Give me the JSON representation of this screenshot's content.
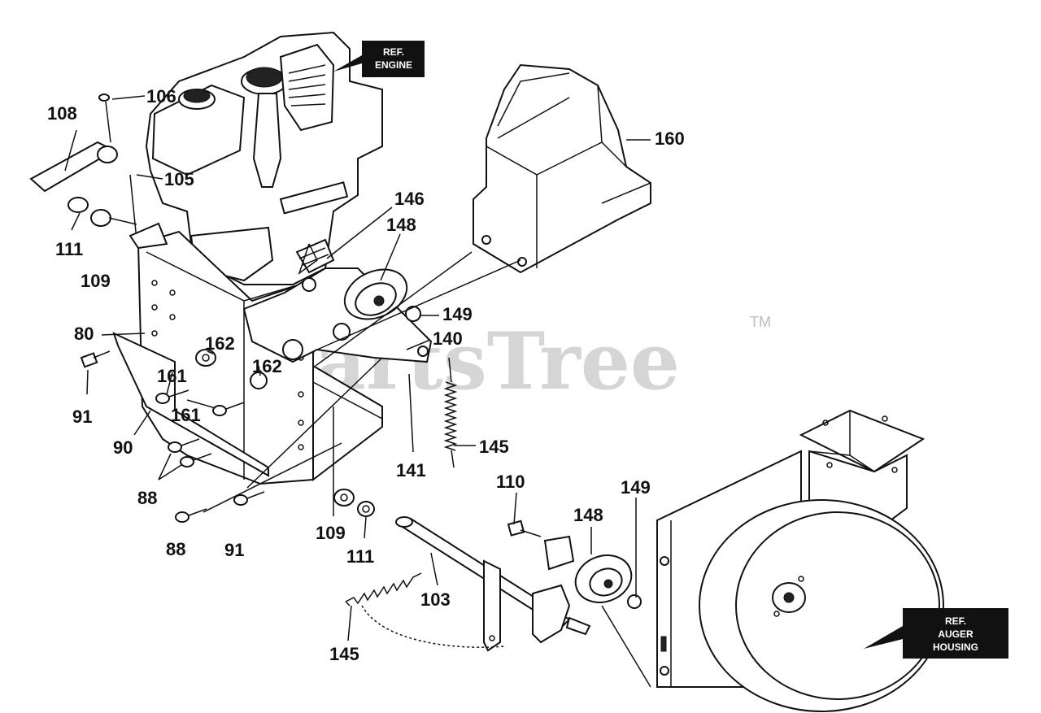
{
  "watermark": {
    "text": "PartsTree",
    "trademark": "TM"
  },
  "ref_tags": {
    "engine": [
      "REF.",
      "ENGINE"
    ],
    "auger": [
      "REF.",
      "AUGER",
      "HOUSING"
    ]
  },
  "callouts": {
    "c108": "108",
    "c106": "106",
    "c105": "105",
    "c111a": "111",
    "c109a": "109",
    "c146": "146",
    "c148a": "148",
    "c160": "160",
    "c149a": "149",
    "c140": "140",
    "c80": "80",
    "c162a": "162",
    "c162b": "162",
    "c161a": "161",
    "c161b": "161",
    "c91a": "91",
    "c90": "90",
    "c88a": "88",
    "c88b": "88",
    "c91b": "91",
    "c141": "141",
    "c145a": "145",
    "c110": "110",
    "c148b": "148",
    "c149b": "149",
    "c109b": "109",
    "c111b": "111",
    "c103": "103",
    "c145b": "145"
  }
}
